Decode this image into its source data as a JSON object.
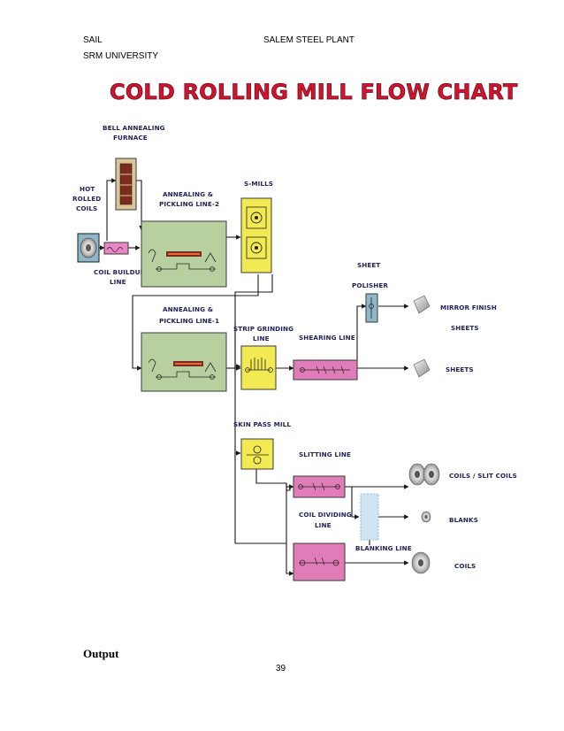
{
  "header": {
    "left": "SAIL",
    "left_sub": "SRM UNIVERSITY",
    "right": "SALEM STEEL PLANT"
  },
  "diagram": {
    "title": "COLD ROLLING MILL FLOW CHART",
    "labels": {
      "bell_line1": "BELL ANNEALING",
      "bell_line2": "FURNACE",
      "hot_line1": "HOT",
      "hot_line2": "ROLLED",
      "hot_line3": "COILS",
      "apl2_line1": "ANNEALING &",
      "apl2_line2": "PICKLING LINE-2",
      "smills": "S-MILLS",
      "coil_build_line1": "COIL BUILDUP",
      "coil_build_line2": "LINE",
      "sheet_line1": "SHEET",
      "sheet_line2": "POLISHER",
      "mirror_line1": "MIRROR FINISH",
      "mirror_line2": "SHEETS",
      "apl1_line1": "ANNEALING &",
      "apl1_line2": "PICKLING LINE-1",
      "strip_line1": "STRIP GRINDING",
      "strip_line2": "LINE",
      "shearing": "SHEARING LINE",
      "sheets": "SHEETS",
      "skin": "SKIN PASS MILL",
      "slitting": "SLITTING LINE",
      "coils_slit": "COILS / SLIT COILS",
      "coil_div_line1": "COIL DIVIDING",
      "coil_div_line2": "LINE",
      "blanks": "BLANKS",
      "blanking": "BLANKING LINE",
      "coils": "COILS"
    },
    "colors": {
      "title_red": "#d2122e",
      "process_green": "#b8cfa0",
      "mill_yellow": "#f1ea52",
      "line_pink": "#e07cb8",
      "coil_build_pink": "#e886c6",
      "bell_tan": "#d9c79a",
      "hot_coil_blue": "#8fb6c9",
      "blanks_blue": "#cfe5f3"
    }
  },
  "footer": {
    "output_label": "Output",
    "page_number": "39"
  }
}
